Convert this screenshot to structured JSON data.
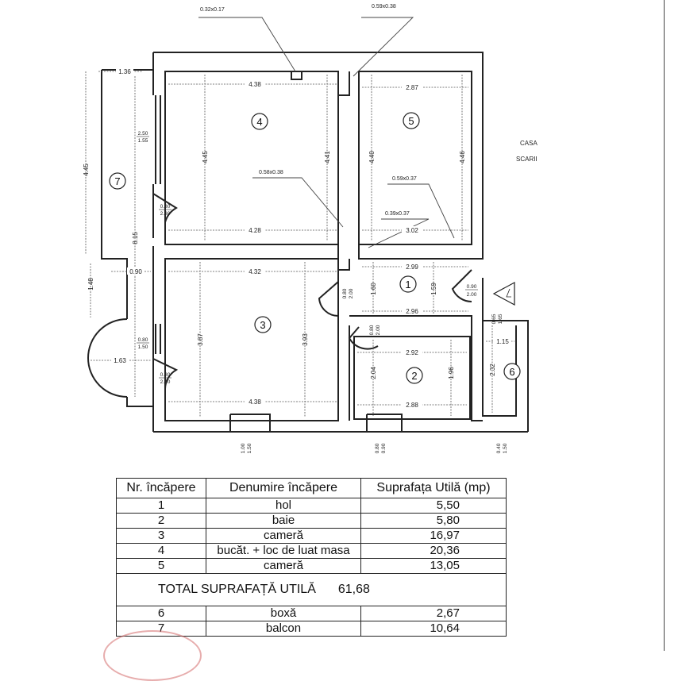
{
  "plan": {
    "top_callouts": [
      "0.32x0.17",
      "0.59x0.38"
    ],
    "inner_callouts": [
      "0.58x0.38",
      "0.59x0.37",
      "0.39x0.37"
    ],
    "stair_label": [
      "CASA",
      "SCARII"
    ],
    "room_numbers": [
      "1",
      "2",
      "3",
      "4",
      "5",
      "6",
      "7"
    ],
    "dimensions": {
      "r4_top": "4.38",
      "r4_bottom": "4.28",
      "r4_left": "4.45",
      "r4_right": "4.41",
      "r5_top": "2.87",
      "r5_left": "4.40",
      "r5_right": "4.46",
      "r1_top": "2.99",
      "r1_bottom": "2.96",
      "r1_left": "1.60",
      "r1_right": "1.59",
      "r1_mid_top": "3.02",
      "r3_top": "4.32",
      "r3_bottom": "4.38",
      "r3_left": "3.87",
      "r3_right": "3.93",
      "r2_top": "2.92",
      "r2_bottom": "2.88",
      "r2_left": "2.04",
      "r2_right": "1.96",
      "r6_top": "1.15",
      "r6_left": "2.32",
      "balc_top": "1.36",
      "balc_h1": "4.45",
      "balc_h2": "8.15",
      "balc_w": "0.90",
      "balc_h3": "1.48",
      "balc_bottom": "1.63",
      "win_left_top": [
        "2.50",
        "1.55"
      ],
      "win_left_bottom": [
        "0.80",
        "1.50"
      ],
      "door_balc_top": [
        "0.80",
        "2.30"
      ],
      "door_balc_bottom": [
        "0.80",
        "2.30"
      ],
      "door_r3": [
        "0.80",
        "2.00"
      ],
      "door_r2": [
        "0.80",
        "2.00"
      ],
      "door_entry": [
        "0.90",
        "2.00"
      ],
      "door_r6": [
        "0.65",
        "1.65"
      ],
      "win_bottom": [
        [
          "1.00",
          "1.50"
        ],
        [
          "0.80",
          "0.90"
        ],
        [
          "0.40",
          "1.50"
        ]
      ]
    }
  },
  "table": {
    "headers": [
      "Nr. încăpere",
      "Denumire încăpere",
      "Suprafața Utilă (mp)"
    ],
    "rows": [
      {
        "nr": "1",
        "name": "hol",
        "area": "5,50"
      },
      {
        "nr": "2",
        "name": "baie",
        "area": "5,80"
      },
      {
        "nr": "3",
        "name": "cameră",
        "area": "16,97"
      },
      {
        "nr": "4",
        "name": "bucăt. + loc de luat masa",
        "area": "20,36"
      },
      {
        "nr": "5",
        "name": "cameră",
        "area": "13,05"
      }
    ],
    "total_label": "TOTAL SUPRAFAȚĂ UTILĂ",
    "total_value": "61,68",
    "extra_rows": [
      {
        "nr": "6",
        "name": "boxă",
        "area": "2,67"
      },
      {
        "nr": "7",
        "name": "balcon",
        "area": "10,64"
      }
    ]
  }
}
